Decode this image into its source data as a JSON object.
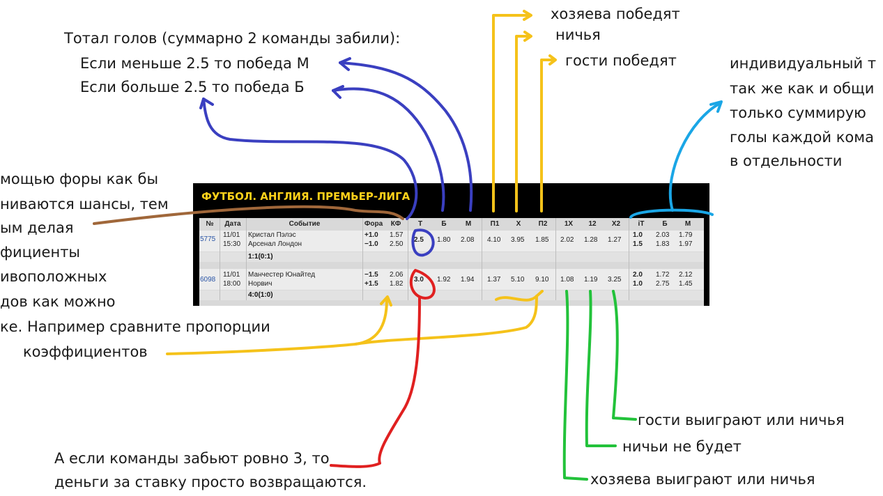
{
  "notes": {
    "total_line1": "Тотал голов (суммарно 2 команды забили):",
    "total_line2": "Если меньше 2.5 то победа М",
    "total_line3": "Если больше 2.5 то победа Б",
    "home_win": "хозяева победят",
    "draw": "ничья",
    "away_win": "гости победят",
    "individual_lines": [
      "индивидуальный т",
      "так же как и общи",
      "только суммирую",
      "голы каждой кома",
      "в отдельности"
    ],
    "handicap_lines": [
      "мощью форы как бы",
      "ниваются шансы, тем",
      "ым делая",
      "фициенты",
      "ивоположных",
      "дов как можно"
    ],
    "compare_line1": "ке. Например сравните пропорции",
    "compare_line2": "коэффициентов",
    "away_or_draw": "гости выиграют или ничья",
    "no_draw": "ничьи не будет",
    "home_or_draw": "хозяева выиграют или ничья",
    "refund_line1": "А если команды забьют ровно 3, то",
    "refund_line2": "деньги за ставку просто возвращаются."
  },
  "table": {
    "title": "ФУТБОЛ. АНГЛИЯ. ПРЕМЬЕР-ЛИГА",
    "headers": [
      "№",
      "Дата",
      "Событие",
      "Фора",
      "КФ",
      "Т",
      "Б",
      "М",
      "П1",
      "Х",
      "П2",
      "1Х",
      "12",
      "Х2",
      "iТ",
      "Б",
      "М"
    ],
    "rows": [
      {
        "id": "5775",
        "date": "11/01",
        "time": "15:30",
        "team1": "Кристал Пэлэс",
        "team2": "Арсенал Лондон",
        "fora1": "+1.0",
        "fora2": "−1.0",
        "kf1": "1.57",
        "kf2": "2.50",
        "total": "2.5",
        "over": "1.80",
        "under": "2.08",
        "p1": "4.10",
        "x": "3.95",
        "p2": "1.85",
        "1x": "2.02",
        "12": "1.28",
        "x2": "1.27",
        "it1": "1.0",
        "it2": "1.5",
        "ib1": "2.03",
        "ib2": "1.83",
        "im1": "1.79",
        "im2": "1.97",
        "score": "1:1(0:1)"
      },
      {
        "id": "6098",
        "date": "11/01",
        "time": "18:00",
        "team1": "Манчестер Юнайтед",
        "team2": "Норвич",
        "fora1": "−1.5",
        "fora2": "+1.5",
        "kf1": "2.06",
        "kf2": "1.82",
        "total": "3.0",
        "over": "1.92",
        "under": "1.94",
        "p1": "1.37",
        "x": "5.10",
        "p2": "9.10",
        "1x": "1.08",
        "12": "1.19",
        "x2": "3.25",
        "it1": "2.0",
        "it2": "1.0",
        "ib1": "1.72",
        "ib2": "2.75",
        "im1": "2.12",
        "im2": "1.45",
        "score": "4:0(1:0)"
      }
    ]
  },
  "colors": {
    "blue_annotation": "#3a3fc0",
    "yellow_annotation": "#f5c21a",
    "cyan_annotation": "#1aa6e6",
    "brown_annotation": "#a0673a",
    "red_annotation": "#e02020",
    "green_annotation": "#22c23a",
    "title_yellow": "#ffd11a"
  }
}
